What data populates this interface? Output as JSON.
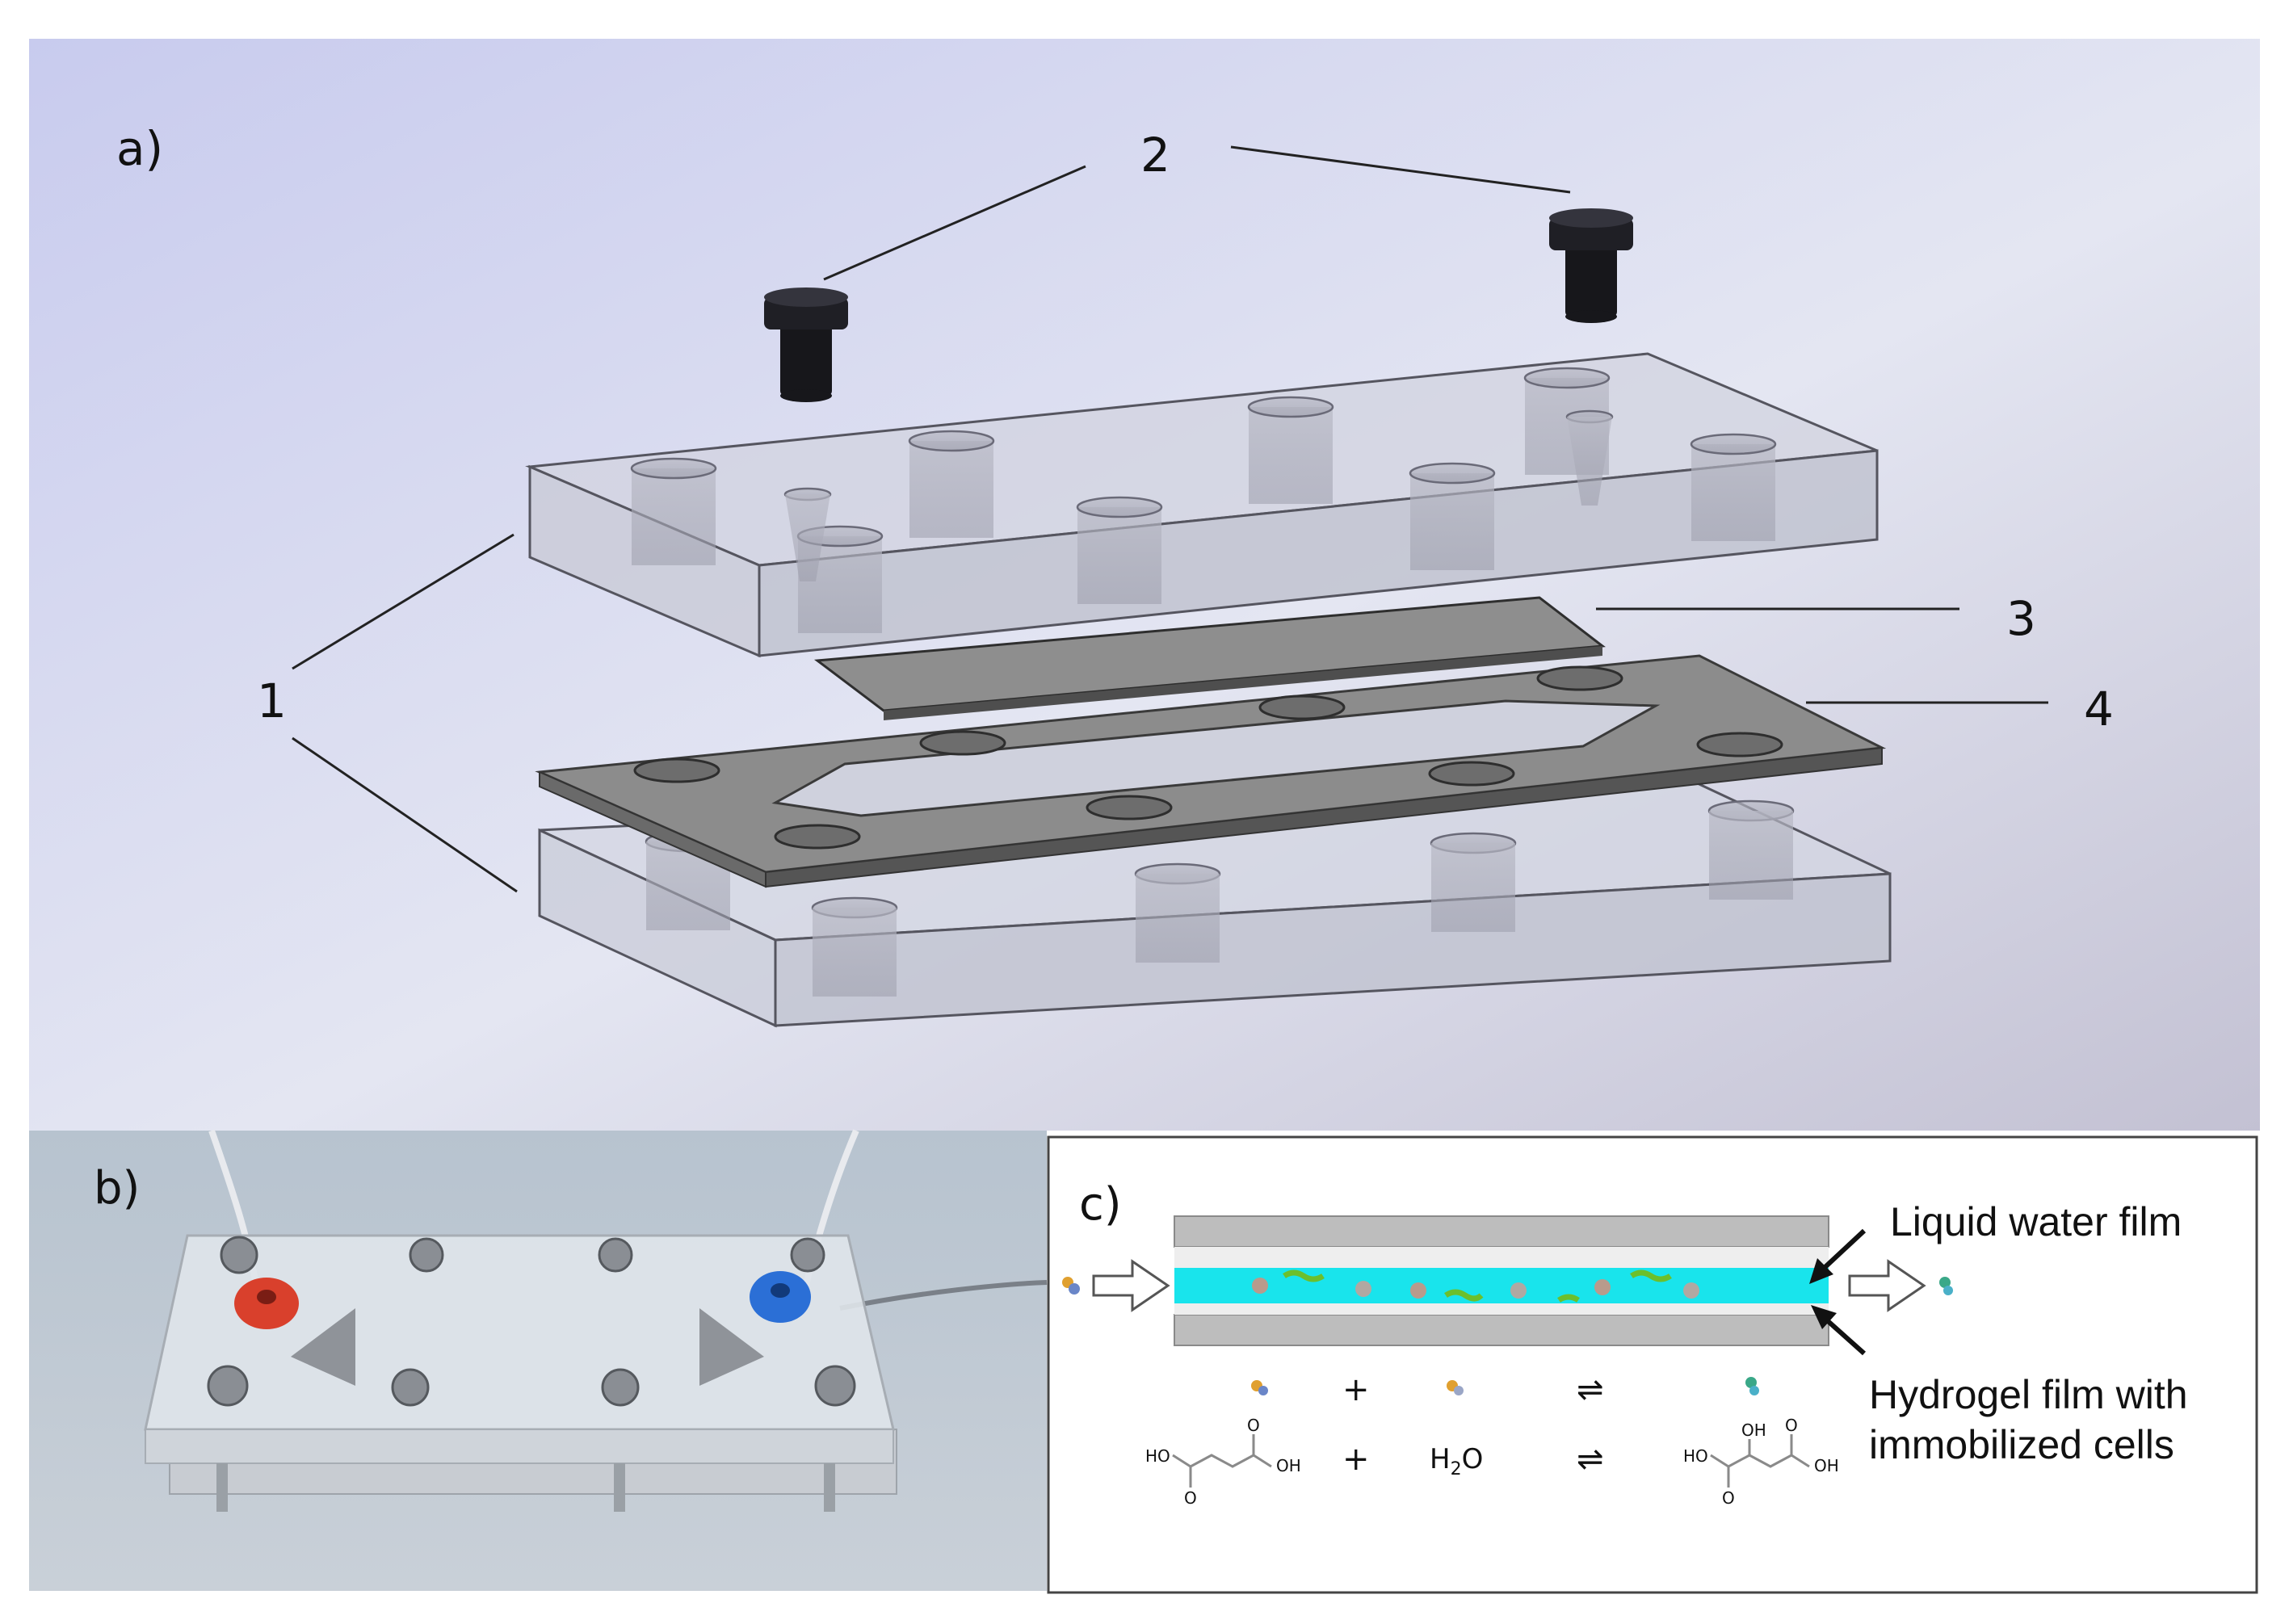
{
  "panels": {
    "a": {
      "label": "a)"
    },
    "b": {
      "label": "b)"
    },
    "c": {
      "label": "c)"
    }
  },
  "callouts": {
    "one": "1",
    "two": "2",
    "three": "3",
    "four": "4"
  },
  "panel_c": {
    "liquid_label": "Liquid water film",
    "hydrogel_label_line1": "Hydrogel film with",
    "hydrogel_label_line2": "immobilized cells",
    "equation": {
      "plus": "+",
      "equilibrium": "⇌",
      "water": "H",
      "water_sub": "2",
      "water_o": "O",
      "fumaric_oh_left": "HO",
      "fumaric_oh_right": "OH",
      "malic_oh_left": "HO",
      "malic_oh_top": "OH",
      "malic_oh_right": "OH",
      "carbonyl_o": "O"
    }
  },
  "colors": {
    "background_a": "#d6d9ef",
    "acrylic": "#c9cbd6",
    "gasket": "#8f8f8f",
    "screw": "#1d1d22",
    "water_film": "#19e4ec",
    "hydrogel": "#eeeeee",
    "plate_c": "#bdbdbd"
  }
}
